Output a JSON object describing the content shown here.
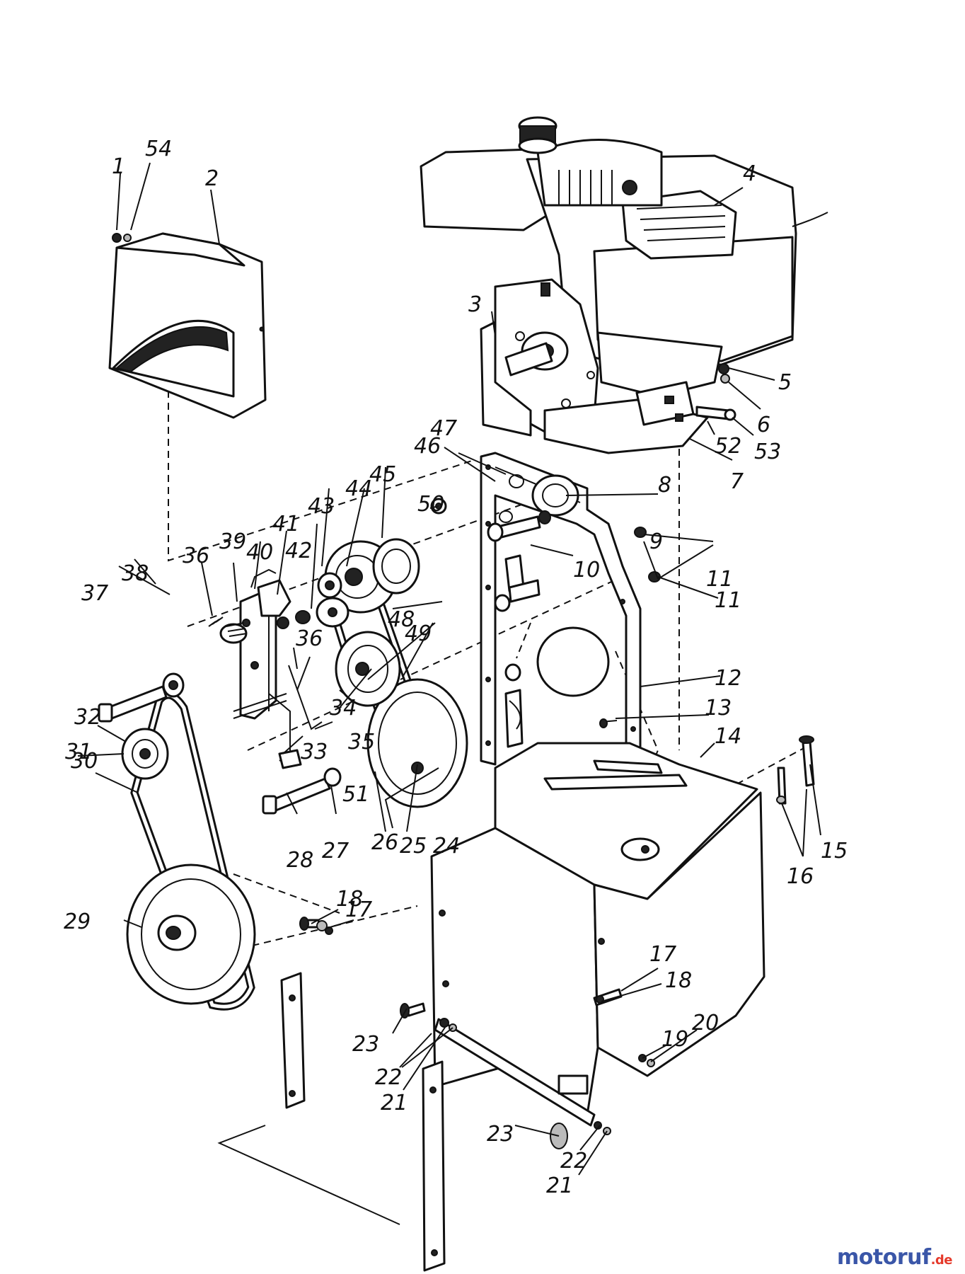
{
  "callouts": [
    "1",
    "2",
    "3",
    "4",
    "5",
    "6",
    "7",
    "8",
    "9",
    "10",
    "11",
    "12",
    "13",
    "14",
    "15",
    "16",
    "17",
    "18",
    "19",
    "20",
    "21",
    "22",
    "23",
    "24",
    "25",
    "26",
    "27",
    "28",
    "29",
    "30",
    "31",
    "32",
    "33",
    "34",
    "35",
    "36",
    "37",
    "38",
    "39",
    "40",
    "41",
    "42",
    "43",
    "44",
    "45",
    "46",
    "47",
    "48",
    "49",
    "50",
    "51",
    "52",
    "53",
    "54",
    "17",
    "18",
    "21",
    "22",
    "23",
    "36",
    "11"
  ],
  "watermark": {
    "brand": "motoruf",
    "suffix": ".de",
    "color_main": "#3a56a8",
    "color_accent": "#e53a2b",
    "color_o": "#f0a020"
  }
}
